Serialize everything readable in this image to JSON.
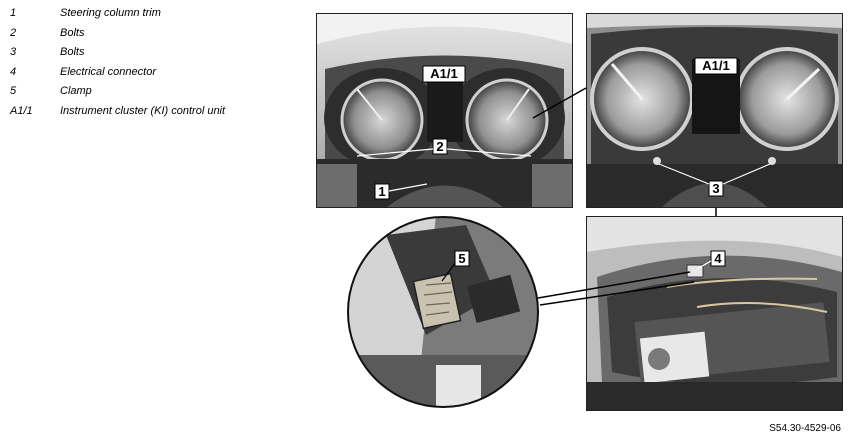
{
  "legend": [
    {
      "key": "1",
      "text": "Steering column trim"
    },
    {
      "key": "2",
      "text": "Bolts"
    },
    {
      "key": "3",
      "text": "Bolts"
    },
    {
      "key": "4",
      "text": "Electrical connector"
    },
    {
      "key": "5",
      "text": "Clamp"
    },
    {
      "key": "A1/1",
      "text": "Instrument cluster (KI) control unit"
    }
  ],
  "callouts": {
    "cluster_unit": "A1/1",
    "trim": "1",
    "bolts_lower": "2",
    "bolts_upper": "3",
    "connector": "4",
    "clamp": "5"
  },
  "reference": "S54.30-4529-06"
}
